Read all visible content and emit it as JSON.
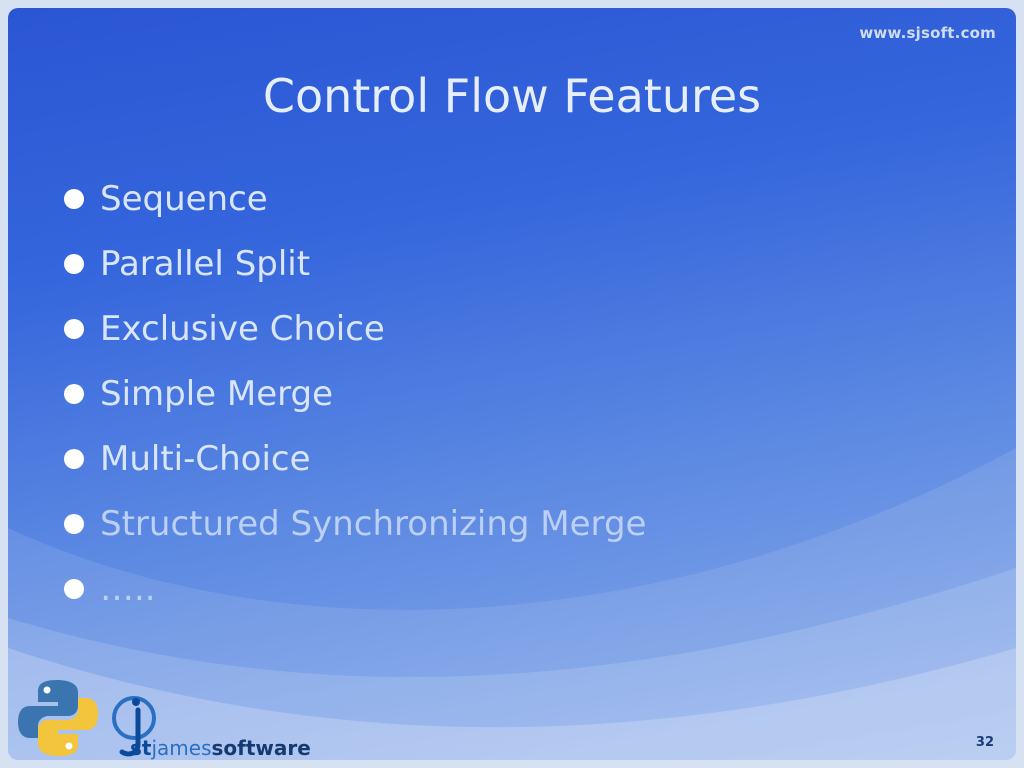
{
  "slide": {
    "site_url": "www.sjsoft.com",
    "title": "Control Flow Features",
    "bullets": [
      "Sequence",
      "Parallel Split",
      "Exclusive Choice",
      "Simple Merge",
      "Multi-Choice",
      "Structured Synchronizing Merge",
      "….."
    ],
    "page_number": "32"
  },
  "branding": {
    "company_name_parts": [
      "st",
      "james",
      "software"
    ]
  },
  "colors": {
    "background_top": "#2a56d4",
    "background_bottom": "#8fb0ea",
    "title_text": "#e6eefc",
    "bullet_text": "#d9e5fb",
    "python_blue": "#3a75b0",
    "python_yellow": "#f2c53d"
  }
}
